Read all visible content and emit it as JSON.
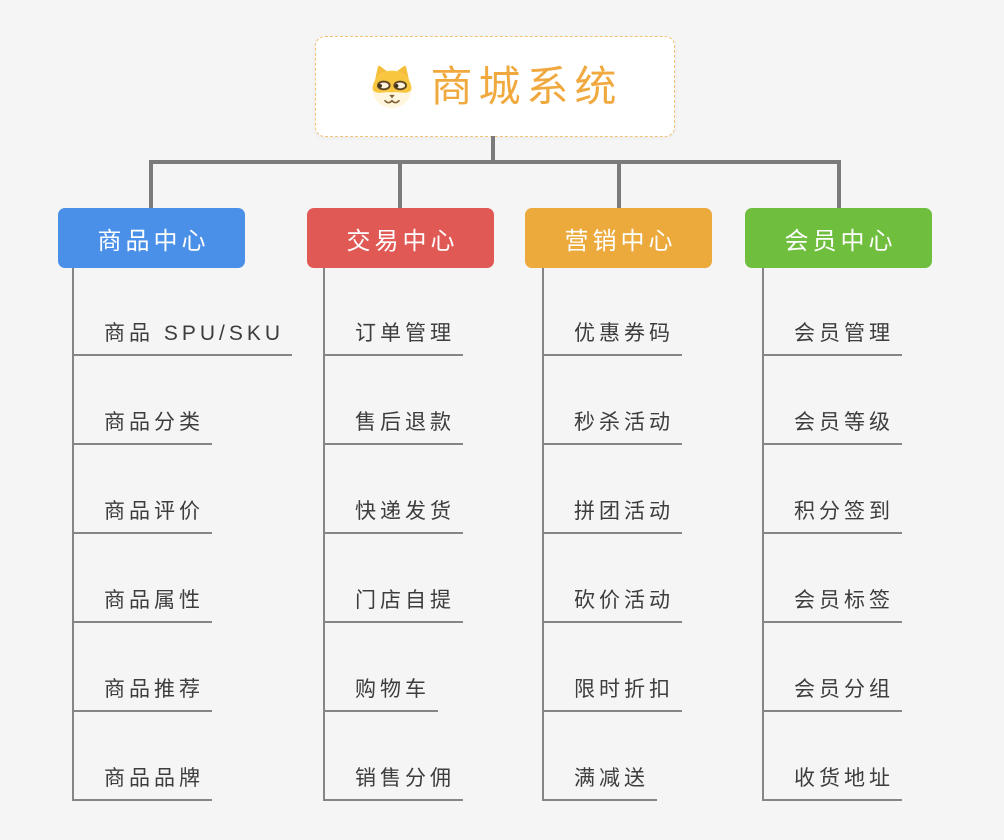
{
  "root": {
    "label": "商城系统",
    "icon": "dog-face-icon"
  },
  "colors": {
    "background": "#F5F5F5",
    "connector": "#7B7B7B",
    "leaf_line": "#858585",
    "leaf_text": "#3D3D3D",
    "root_text": "#F0A93E",
    "root_border": "#F2C277",
    "branch_text": "#FFFFFF"
  },
  "branches": [
    {
      "label": "商品中心",
      "color": "#4B90E8",
      "items": [
        "商品 SPU/SKU",
        "商品分类",
        "商品评价",
        "商品属性",
        "商品推荐",
        "商品品牌"
      ]
    },
    {
      "label": "交易中心",
      "color": "#E15955",
      "items": [
        "订单管理",
        "售后退款",
        "快递发货",
        "门店自提",
        "购物车",
        "销售分佣"
      ]
    },
    {
      "label": "营销中心",
      "color": "#ECA93C",
      "items": [
        "优惠券码",
        "秒杀活动",
        "拼团活动",
        "砍价活动",
        "限时折扣",
        "满减送"
      ]
    },
    {
      "label": "会员中心",
      "color": "#6FBE3E",
      "items": [
        "会员管理",
        "会员等级",
        "积分签到",
        "会员标签",
        "会员分组",
        "收货地址"
      ]
    }
  ]
}
